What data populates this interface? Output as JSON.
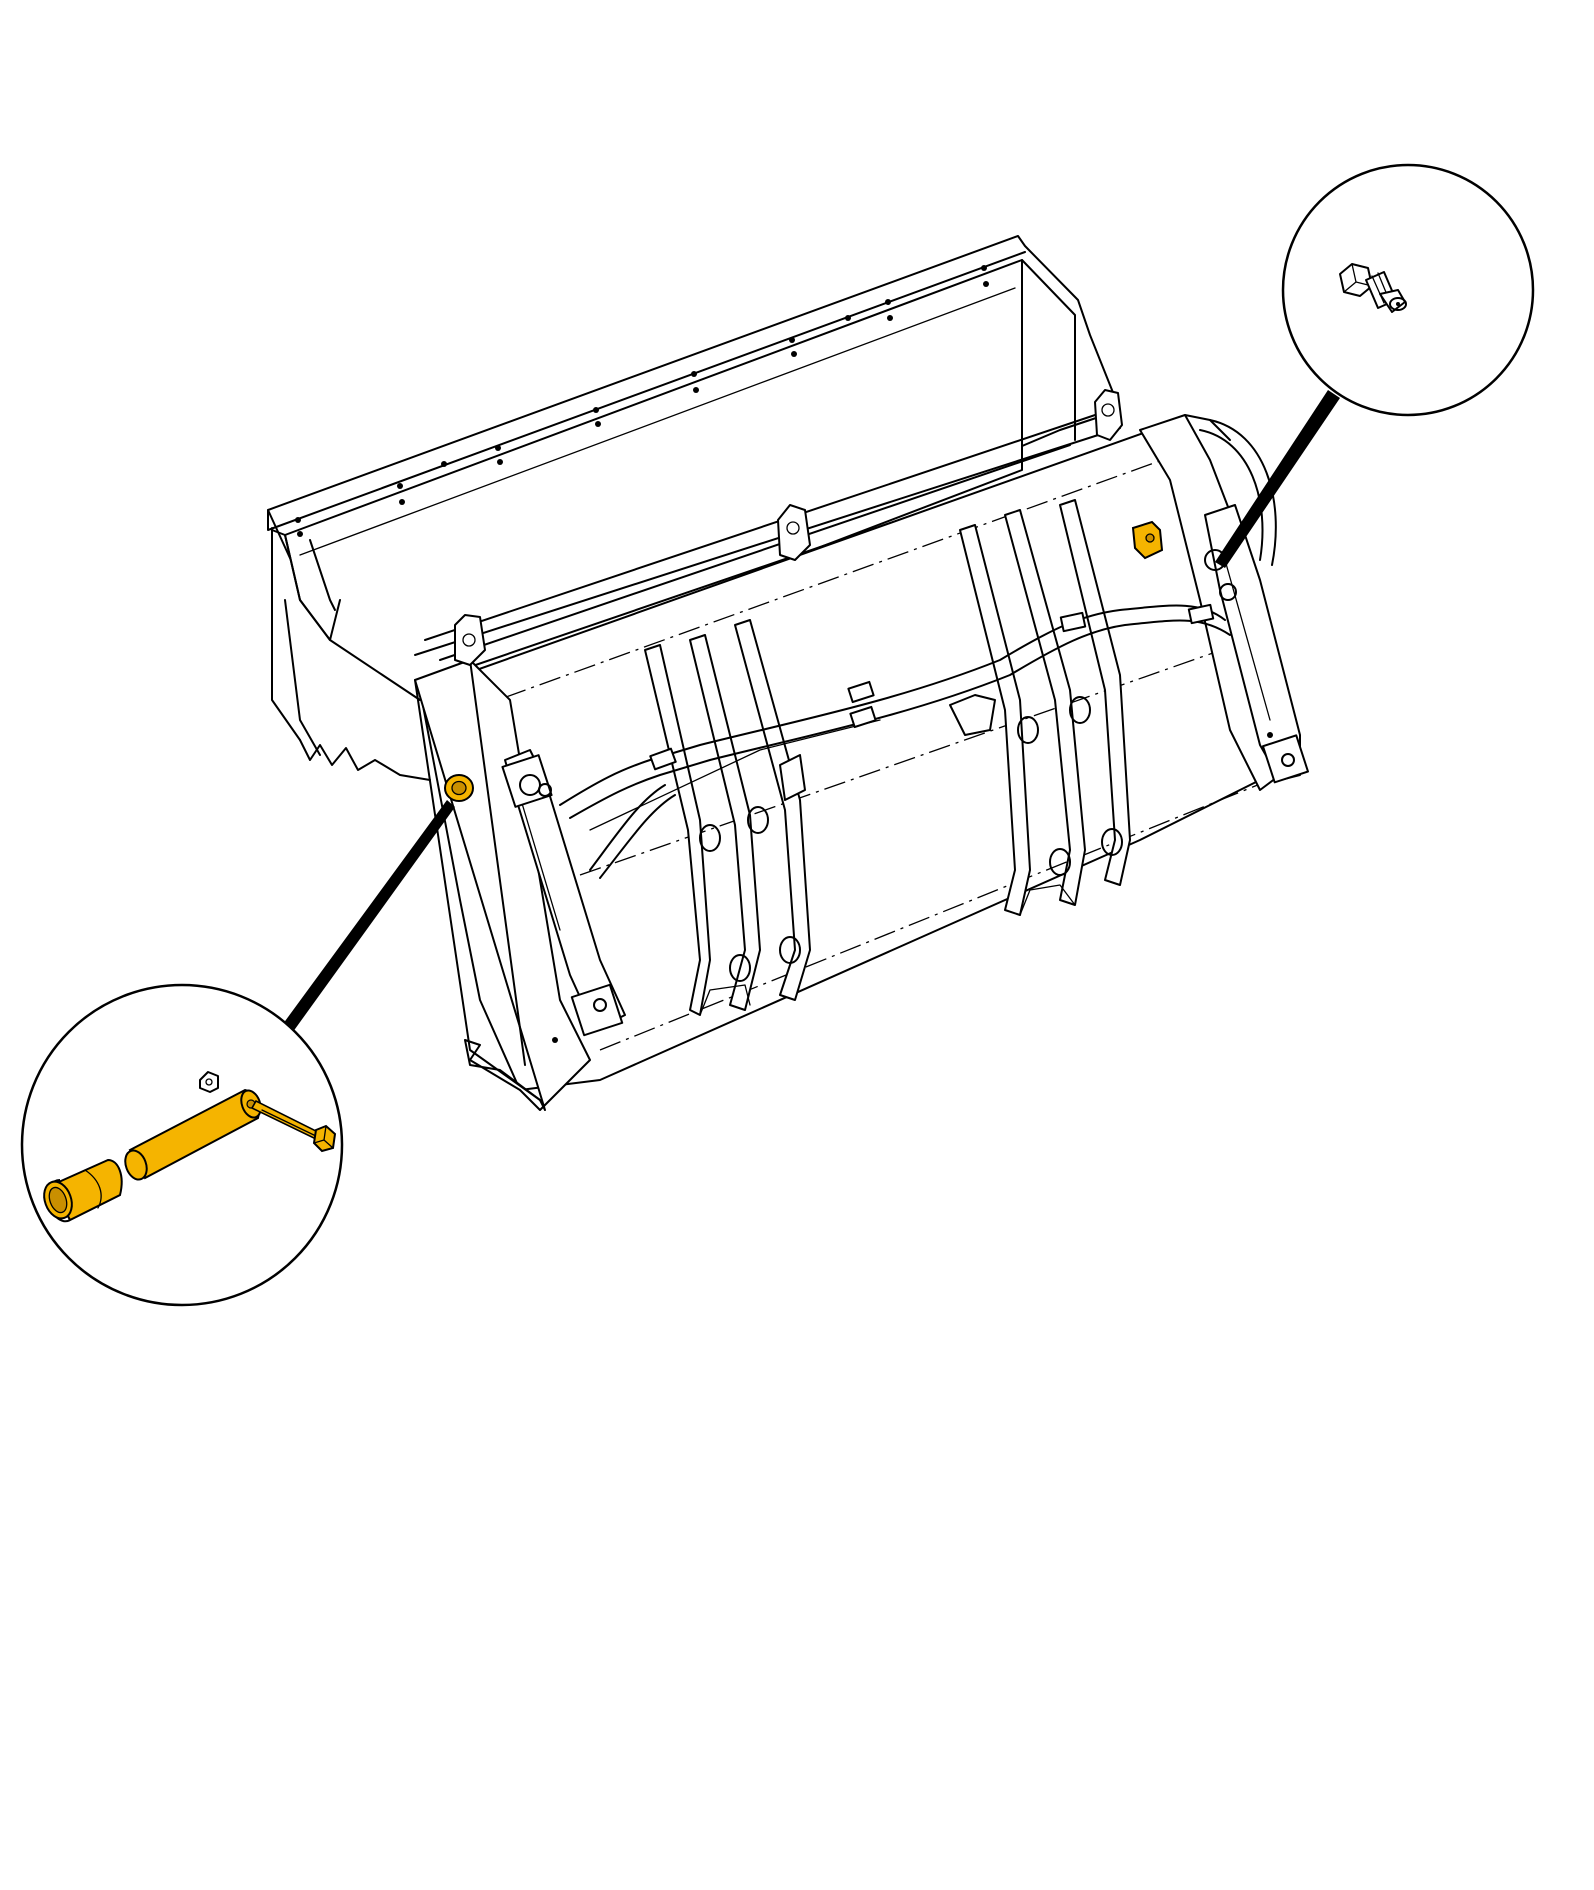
{
  "colors": {
    "line": "#000000",
    "background": "#ffffff",
    "highlight": "#f5b400",
    "highlight_dark": "#c98f00"
  },
  "parts": [
    {
      "name": "loader-bucket",
      "highlighted": false
    },
    {
      "name": "grease-fitting",
      "highlighted": false
    },
    {
      "name": "pivot-pin-assembly",
      "highlighted": true
    },
    {
      "name": "left-pivot-bushing",
      "highlighted": true
    },
    {
      "name": "right-pivot-bushing",
      "highlighted": true
    }
  ],
  "callouts": [
    {
      "name": "grease-fitting-callout"
    },
    {
      "name": "pivot-pin-callout"
    }
  ]
}
